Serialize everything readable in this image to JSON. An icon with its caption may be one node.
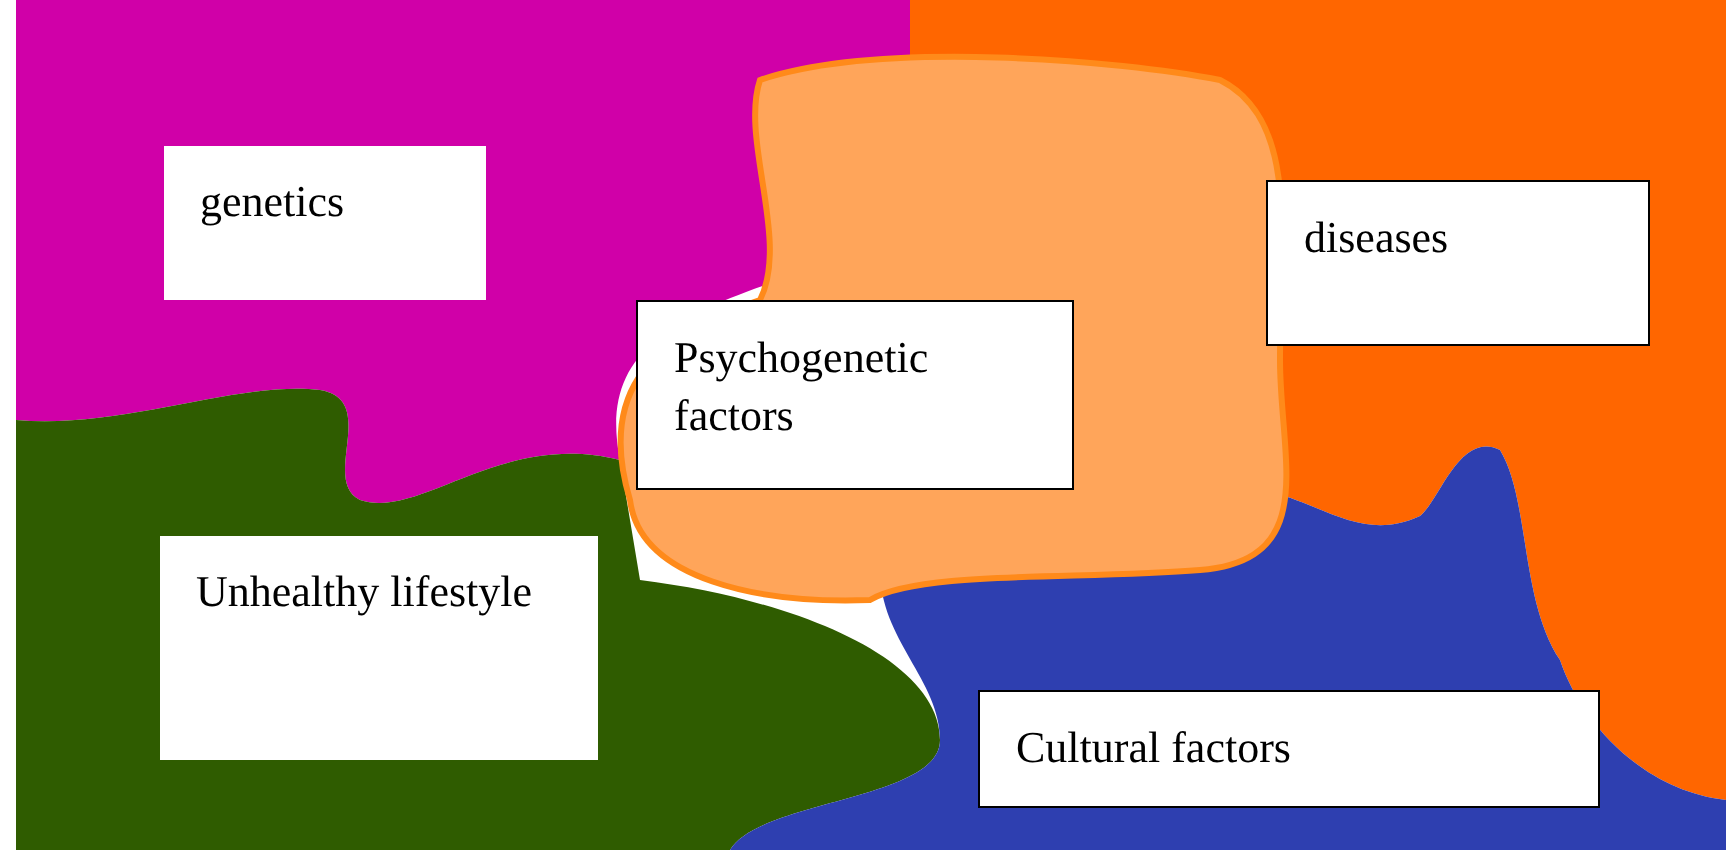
{
  "diagram": {
    "nodes": [
      {
        "text": [
          "genetics"
        ]
      },
      {
        "text": [
          "Psychogenetic factors"
        ]
      },
      {
        "text": [
          "diseases"
        ]
      },
      {
        "text": [
          "Unhealthy lifestyle"
        ]
      },
      {
        "text": [
          "Cultural factors"
        ]
      }
    ]
  }
}
